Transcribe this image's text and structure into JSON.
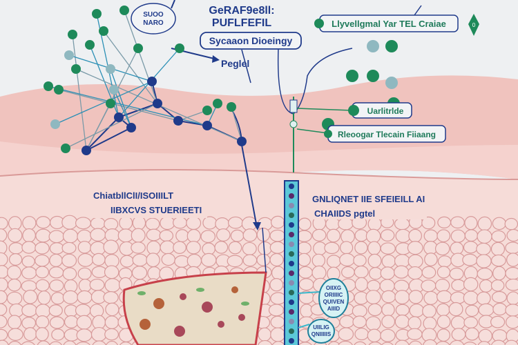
{
  "title": {
    "line1": "GeRAF9e8ll:",
    "line2": "PUFLFEFIL"
  },
  "top_box": "Sycaaon Dioeingy",
  "peglel": "Peglel",
  "bubble_top_left": {
    "line1": "SUOO",
    "line2": "NARO"
  },
  "right_box": "Llyvellgmal Yar TEL Craiae",
  "diamond_label": "0",
  "label_uarlitrlde": "Uarlitrlde",
  "label_rleoogar": "Rleoogar Tlecain Fiiaang",
  "left_caption": {
    "line1": "ChiatbllClI/ISOIIILT",
    "line2": "IIBXCVS STUERIEETI"
  },
  "right_caption": {
    "line1": "GNLIQNET IIE SFEIEILL AI",
    "line2": "CHAIIDS pgtel"
  },
  "bubble_bottom_1": {
    "line1": "OIIXG",
    "line2": "ORIIIIC",
    "line3": "QUIVEN",
    "line4": "AIIID"
  },
  "bubble_bottom_2": {
    "line1": "UIILIG",
    "line2": "QNIIIIIS"
  },
  "colors": {
    "navy": "#1f3a8a",
    "green": "#1e8a5a",
    "cyan": "#5cc8d8",
    "skin": "#f1c6c2",
    "cell": "#f3d6d2"
  }
}
